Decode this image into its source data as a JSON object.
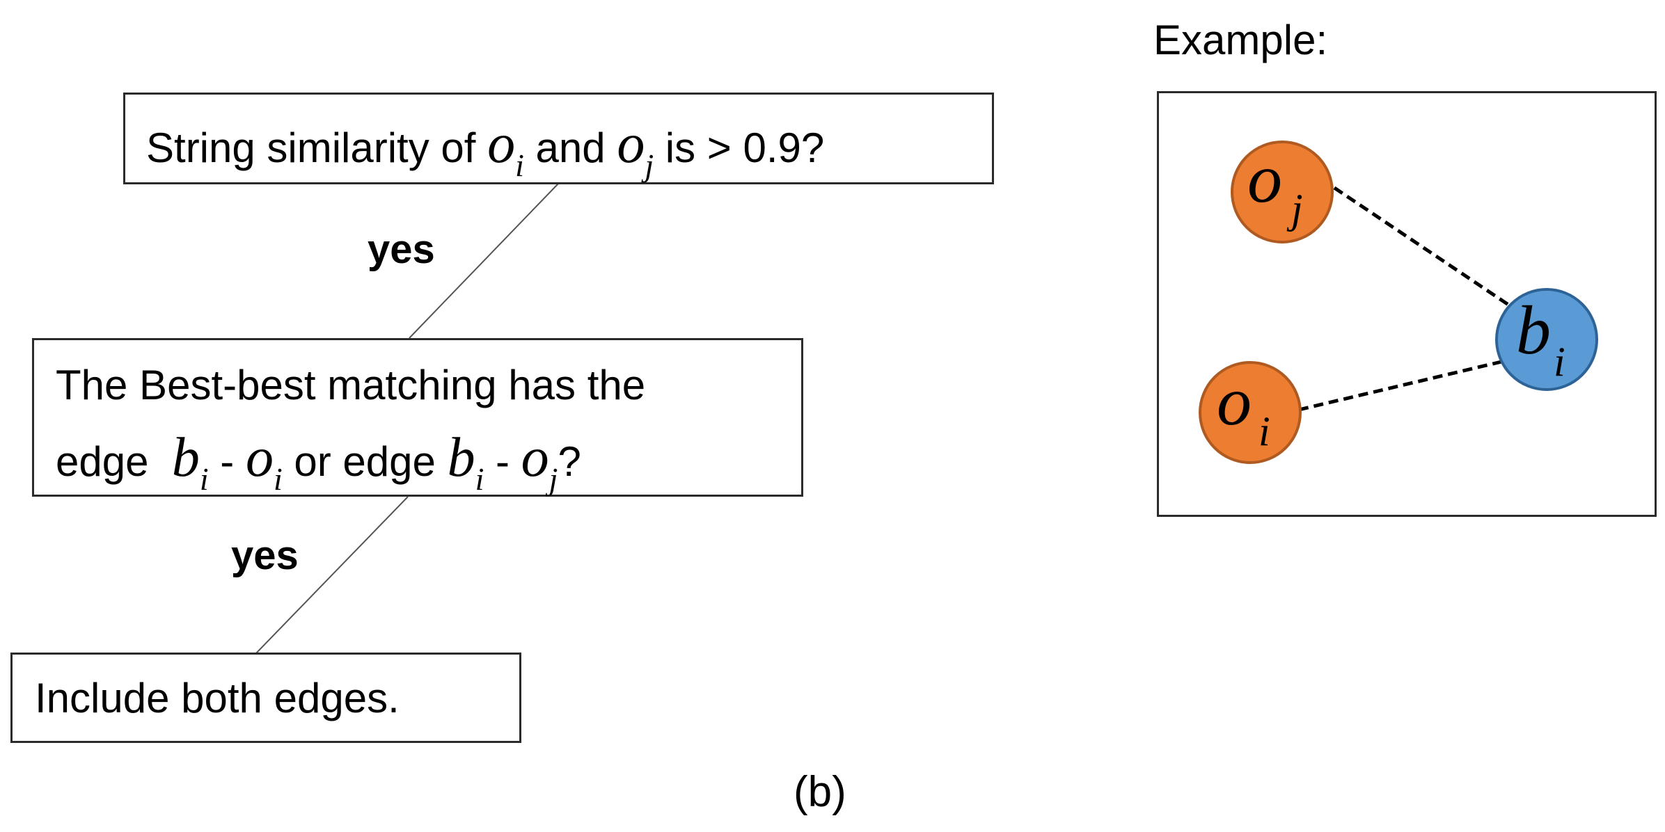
{
  "flowchart": {
    "box1": {
      "prefix": "String similarity of ",
      "var1": "o",
      "sub1": "i",
      "mid": " and ",
      "var2": "o",
      "sub2": "j",
      "suffix": " is > 0.9?"
    },
    "edge1_label": "yes",
    "box2": {
      "line1": "The Best-best matching has the",
      "line2_prefix": "edge ",
      "e1_a": "b",
      "e1_a_sub": "i",
      "e1_dash": " - ",
      "e1_b": "o",
      "e1_b_sub": "i",
      "mid": " or edge ",
      "e2_a": "b",
      "e2_a_sub": "i",
      "e2_dash": " - ",
      "e2_b": "o",
      "e2_b_sub": "j",
      "suffix": "?"
    },
    "edge2_label": "yes",
    "box3": {
      "text": "Include both edges."
    }
  },
  "caption": "(b)",
  "example": {
    "title": "Example:",
    "nodes": [
      {
        "id": "oj",
        "letter": "o",
        "sub": "j",
        "color": "#ed7d31"
      },
      {
        "id": "oi",
        "letter": "o",
        "sub": "i",
        "color": "#ed7d31"
      },
      {
        "id": "bi",
        "letter": "b",
        "sub": "i",
        "color": "#5b9bd5"
      }
    ],
    "edges": [
      {
        "from": "oj",
        "to": "bi",
        "style": "dashed"
      },
      {
        "from": "oi",
        "to": "bi",
        "style": "dashed"
      }
    ]
  }
}
